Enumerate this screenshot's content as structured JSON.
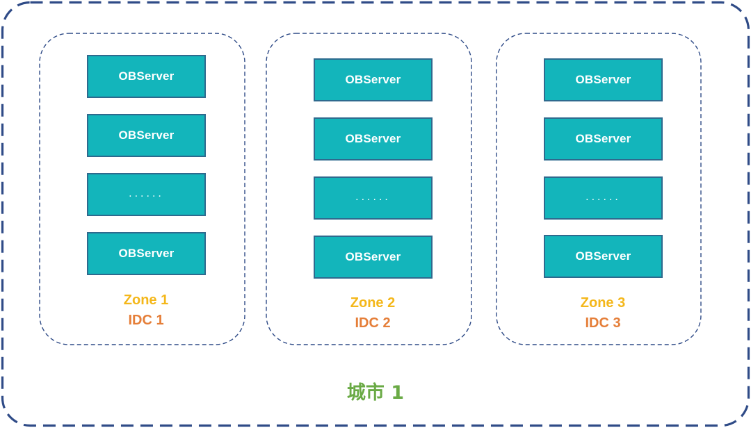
{
  "diagram": {
    "city": {
      "label": "城市 1"
    },
    "colors": {
      "server_fill": "#13b5bb",
      "server_border": "#2e6a8e",
      "border_dashed": "#2f4b87",
      "zone_label": "#f4b71a",
      "idc_label": "#e57e38",
      "city_label": "#6aaa45"
    },
    "zones": [
      {
        "zone": "Zone 1",
        "idc": "IDC 1",
        "servers": [
          "OBServer",
          "OBServer",
          "......",
          "OBServer"
        ]
      },
      {
        "zone": "Zone 2",
        "idc": "IDC 2",
        "servers": [
          "OBServer",
          "OBServer",
          "......",
          "OBServer"
        ]
      },
      {
        "zone": "Zone 3",
        "idc": "IDC 3",
        "servers": [
          "OBServer",
          "OBServer",
          "......",
          "OBServer"
        ]
      }
    ]
  }
}
